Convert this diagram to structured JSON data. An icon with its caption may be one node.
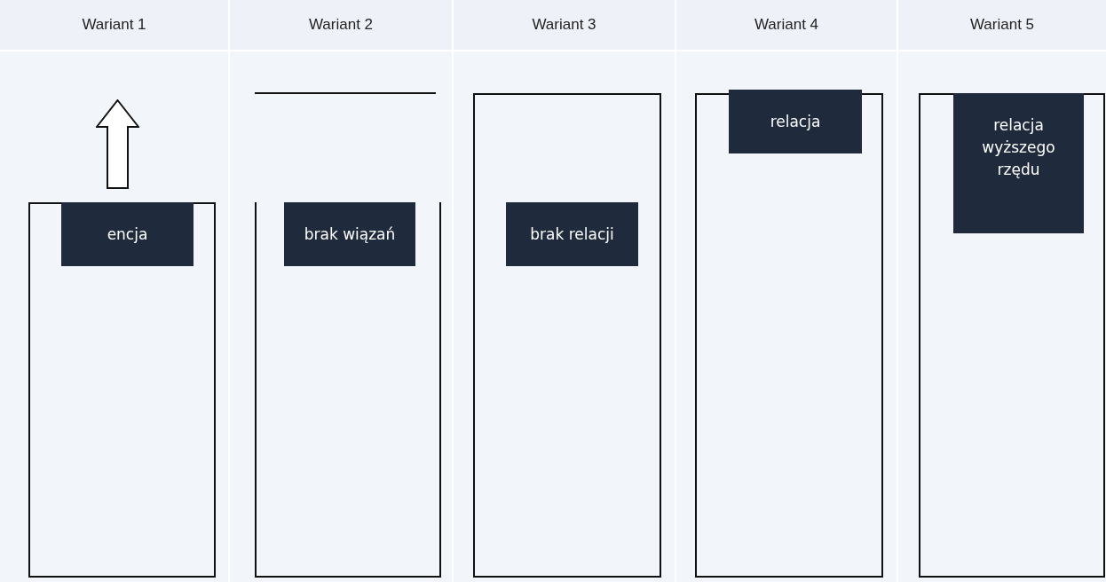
{
  "diagram": {
    "nodes": [
      {
        "text": [
          "Wariant 1"
        ]
      },
      {
        "text": [],
        "shape": "box",
        "in": 0
      },
      {
        "text": [
          "encja"
        ],
        "in": 1
      },
      {
        "text": [
          "Wariant 2"
        ]
      },
      {
        "text": [],
        "shape": "box",
        "in": 3
      },
      {
        "text": [
          "brak wiązań"
        ],
        "in": 4
      },
      {
        "text": [
          "Wariant 3"
        ]
      },
      {
        "text": [],
        "shape": "box",
        "in": 6
      },
      {
        "text": [
          "brak relacji"
        ],
        "in": 7
      },
      {
        "text": [
          "Wariant 4"
        ]
      },
      {
        "text": [],
        "shape": "box",
        "in": 9
      },
      {
        "text": [
          "relacja"
        ],
        "in": 10
      },
      {
        "text": [
          "Wariant 5"
        ]
      },
      {
        "text": [],
        "shape": "box",
        "in": 12
      },
      {
        "text": [
          "relacja wyższego rzędu"
        ],
        "in": 13
      }
    ]
  }
}
